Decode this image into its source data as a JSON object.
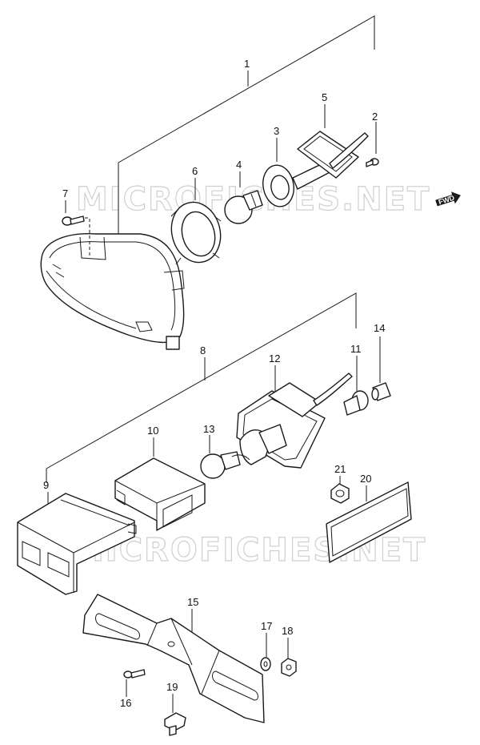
{
  "watermark": {
    "text": "MICROFICHES.NET"
  },
  "direction_badge": {
    "label": "FWD"
  },
  "callouts": {
    "p1": "1",
    "p2": "2",
    "p3": "3",
    "p4": "4",
    "p5": "5",
    "p6": "6",
    "p7": "7",
    "p8": "8",
    "p9": "9",
    "p10": "10",
    "p11": "11",
    "p12": "12",
    "p13": "13",
    "p14": "14",
    "p15": "15",
    "p16": "16",
    "p17": "17",
    "p18": "18",
    "p19": "19",
    "p20": "20",
    "p21": "21"
  }
}
